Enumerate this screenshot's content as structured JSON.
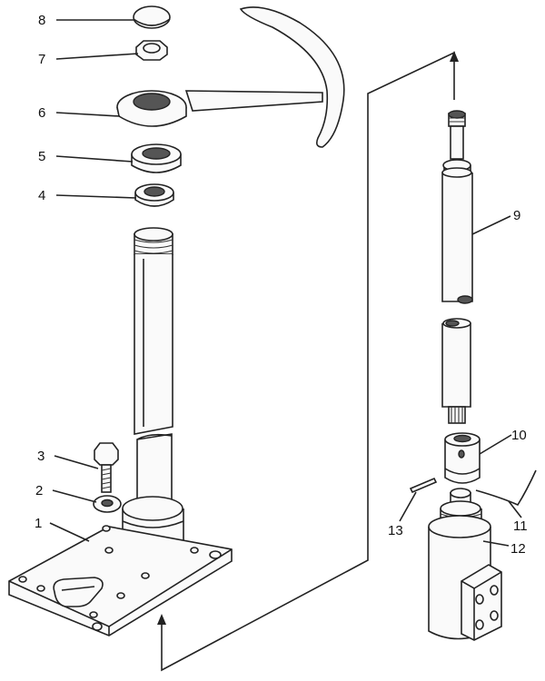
{
  "callouts": [
    {
      "id": "8",
      "part": "cap"
    },
    {
      "id": "7",
      "part": "nut"
    },
    {
      "id": "6",
      "part": "lever-handle"
    },
    {
      "id": "5",
      "part": "bearing"
    },
    {
      "id": "4",
      "part": "bushing"
    },
    {
      "id": "3",
      "part": "bolt"
    },
    {
      "id": "2",
      "part": "washer"
    },
    {
      "id": "1",
      "part": "base-plate-column"
    },
    {
      "id": "9",
      "part": "shaft"
    },
    {
      "id": "10",
      "part": "coupling"
    },
    {
      "id": "11",
      "part": "spring-wire"
    },
    {
      "id": "12",
      "part": "lower-housing"
    },
    {
      "id": "13",
      "part": "pin"
    }
  ]
}
